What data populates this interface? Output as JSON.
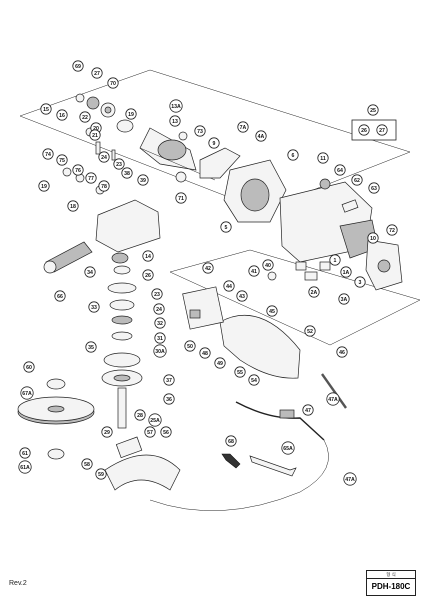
{
  "footer": {
    "revision": "Rev.2",
    "model": "PDH-180C",
    "model_small": "형  식"
  },
  "labels": [
    {
      "id": "69",
      "text": "69"
    },
    {
      "id": "27",
      "text": "27"
    },
    {
      "id": "70",
      "text": "70"
    },
    {
      "id": "15",
      "text": "15"
    },
    {
      "id": "16",
      "text": "16"
    },
    {
      "id": "22",
      "text": "22"
    },
    {
      "id": "20",
      "text": "20"
    },
    {
      "id": "21",
      "text": "21"
    },
    {
      "id": "19b",
      "text": "19"
    },
    {
      "id": "24a",
      "text": "24"
    },
    {
      "id": "23a",
      "text": "23"
    },
    {
      "id": "13A",
      "text": "13A"
    },
    {
      "id": "13",
      "text": "13"
    },
    {
      "id": "73",
      "text": "73"
    },
    {
      "id": "9",
      "text": "9"
    },
    {
      "id": "7A",
      "text": "7A"
    },
    {
      "id": "4A",
      "text": "4A"
    },
    {
      "id": "6",
      "text": "6"
    },
    {
      "id": "11",
      "text": "11"
    },
    {
      "id": "64",
      "text": "64"
    },
    {
      "id": "62",
      "text": "62"
    },
    {
      "id": "63",
      "text": "63"
    },
    {
      "id": "25",
      "text": "25"
    },
    {
      "id": "26ref",
      "text": "26"
    },
    {
      "id": "27ref",
      "text": "27"
    },
    {
      "id": "74",
      "text": "74"
    },
    {
      "id": "75",
      "text": "75"
    },
    {
      "id": "19",
      "text": "19"
    },
    {
      "id": "76",
      "text": "76"
    },
    {
      "id": "77",
      "text": "77"
    },
    {
      "id": "18",
      "text": "18"
    },
    {
      "id": "78",
      "text": "78"
    },
    {
      "id": "38",
      "text": "38"
    },
    {
      "id": "39",
      "text": "39"
    },
    {
      "id": "71",
      "text": "71"
    },
    {
      "id": "5",
      "text": "5"
    },
    {
      "id": "10",
      "text": "10"
    },
    {
      "id": "72",
      "text": "72"
    },
    {
      "id": "1",
      "text": "1"
    },
    {
      "id": "40",
      "text": "40"
    },
    {
      "id": "41",
      "text": "41"
    },
    {
      "id": "2A",
      "text": "2A"
    },
    {
      "id": "1A",
      "text": "1A"
    },
    {
      "id": "3",
      "text": "3"
    },
    {
      "id": "3A",
      "text": "3A"
    },
    {
      "id": "14",
      "text": "14"
    },
    {
      "id": "34",
      "text": "34"
    },
    {
      "id": "26",
      "text": "26"
    },
    {
      "id": "66",
      "text": "66"
    },
    {
      "id": "23",
      "text": "23"
    },
    {
      "id": "33",
      "text": "33"
    },
    {
      "id": "24",
      "text": "24"
    },
    {
      "id": "32",
      "text": "32"
    },
    {
      "id": "31",
      "text": "31"
    },
    {
      "id": "42",
      "text": "42"
    },
    {
      "id": "44",
      "text": "44"
    },
    {
      "id": "43",
      "text": "43"
    },
    {
      "id": "45",
      "text": "45"
    },
    {
      "id": "52",
      "text": "52"
    },
    {
      "id": "46",
      "text": "46"
    },
    {
      "id": "35",
      "text": "35"
    },
    {
      "id": "30A",
      "text": "30A"
    },
    {
      "id": "50",
      "text": "50"
    },
    {
      "id": "48",
      "text": "48"
    },
    {
      "id": "49",
      "text": "49"
    },
    {
      "id": "55",
      "text": "55"
    },
    {
      "id": "54",
      "text": "54"
    },
    {
      "id": "60",
      "text": "60"
    },
    {
      "id": "37",
      "text": "37"
    },
    {
      "id": "67A",
      "text": "67A"
    },
    {
      "id": "36",
      "text": "36"
    },
    {
      "id": "28",
      "text": "28"
    },
    {
      "id": "25A",
      "text": "25A"
    },
    {
      "id": "29",
      "text": "29"
    },
    {
      "id": "57",
      "text": "57"
    },
    {
      "id": "56",
      "text": "56"
    },
    {
      "id": "47A",
      "text": "47A"
    },
    {
      "id": "47",
      "text": "47"
    },
    {
      "id": "61",
      "text": "61"
    },
    {
      "id": "61A",
      "text": "61A"
    },
    {
      "id": "58",
      "text": "58"
    },
    {
      "id": "59",
      "text": "59"
    },
    {
      "id": "68",
      "text": "68"
    },
    {
      "id": "65A",
      "text": "65A"
    },
    {
      "id": "47Ab",
      "text": "47A"
    }
  ]
}
